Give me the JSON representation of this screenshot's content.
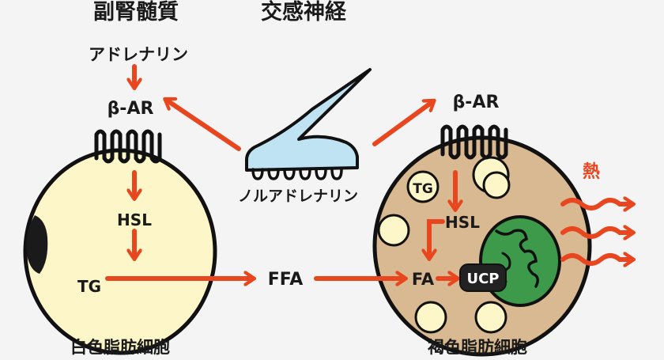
{
  "headings": {
    "adrenal_medulla": "副腎髄質",
    "sympathetic_nerve": "交感神経"
  },
  "labels": {
    "adrenaline": "アドレナリン",
    "beta_ar_left": "β-AR",
    "beta_ar_right": "β-AR",
    "hsl_left": "HSL",
    "tg_left": "TG",
    "ffa": "FFA",
    "noradrenaline": "ノルアドレナリン",
    "tg_right": "TG",
    "hsl_right": "HSL",
    "fa": "FA",
    "ucp": "UCP",
    "heat": "熱",
    "white_adipocyte": "白色脂肪細胞",
    "brown_adipocyte": "褐色脂肪細胞"
  },
  "colors": {
    "arrow": "#e8461e",
    "white_cell_fill": "#fdf6c9",
    "brown_cell_fill": "#d9b991",
    "lipid_droplet": "#fdf6c9",
    "mitochondrion": "#3c9a4a",
    "nerve_terminal": "#bfe3f2",
    "outline": "#111111"
  }
}
